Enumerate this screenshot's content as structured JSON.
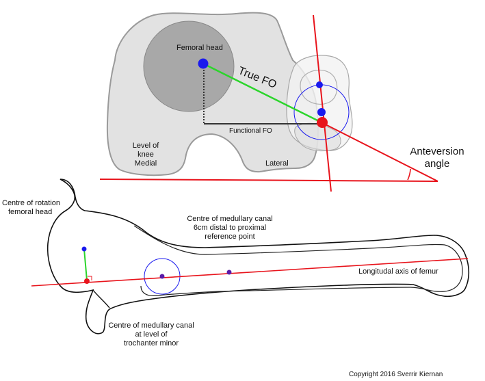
{
  "top_view": {
    "femoral_head": "Femoral head",
    "true_fo": "True FO",
    "functional_fo": "Functional FO",
    "level_of_knee_medial": [
      "Level of",
      "knee",
      "Medial"
    ],
    "lateral": "Lateral",
    "anteversion_angle": [
      "Anteversion",
      "angle"
    ]
  },
  "side_view": {
    "centre_of_rotation": [
      "Centre of rotation",
      "femoral head"
    ],
    "centre_medullary_6cm": [
      "Centre of medullary canal",
      "6cm distal to proximal",
      "reference point"
    ],
    "longitudinal_axis": "Longitudal axis of femur",
    "centre_medullary_trochanter": [
      "Centre of medullary canal",
      "at level of",
      "trochanter minor"
    ]
  },
  "copyright": "Copyright 2016 Sverrir Kiernan",
  "colors": {
    "axis_red": "#e8141c",
    "fo_green": "#2bd52b",
    "point_blue": "#1a1aee",
    "bone_gray": "#e2e2e2",
    "head_gray": "#9e9e9e"
  }
}
